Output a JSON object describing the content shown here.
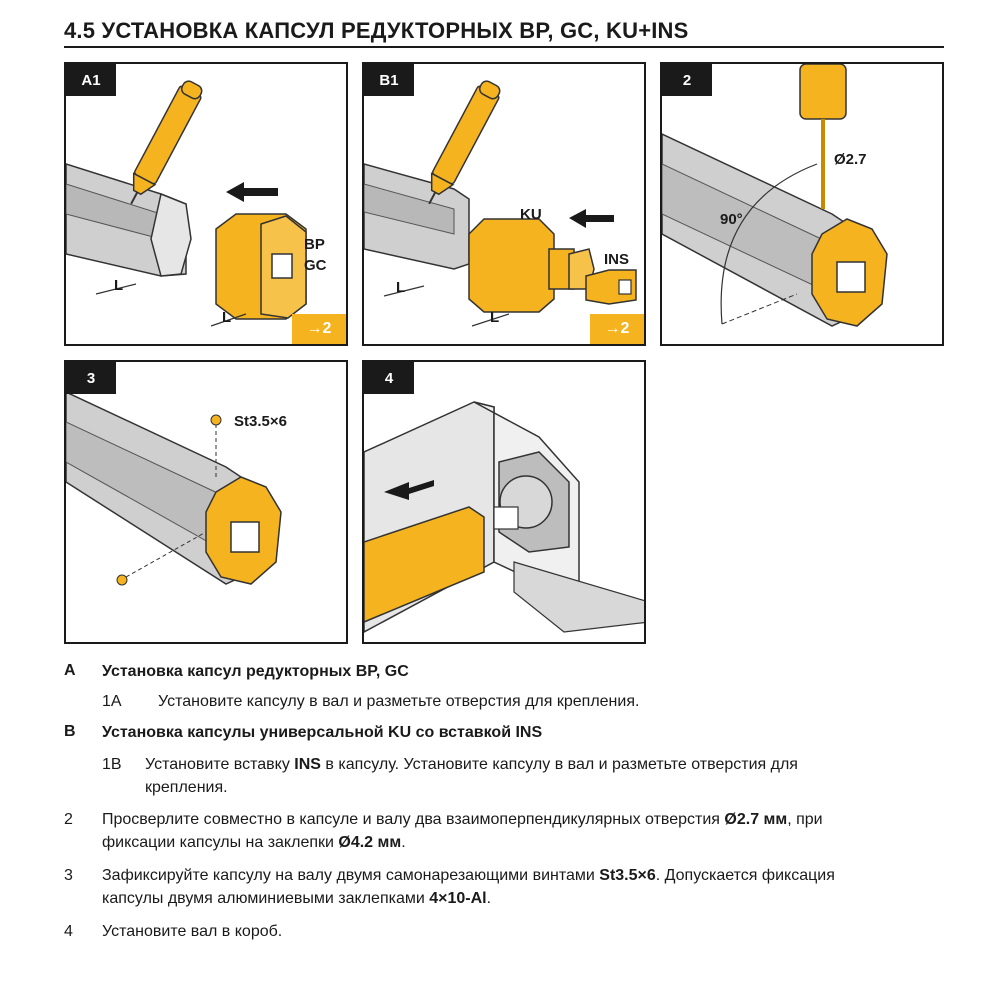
{
  "title": "4.5 УСТАНОВКА КАПСУЛ РЕДУКТОРНЫХ BP, GC, KU+INS",
  "panels": {
    "a1": {
      "tag": "A1",
      "bp": "BP",
      "gc": "GC",
      "l1": "L",
      "l2": "L",
      "next": "→2"
    },
    "b1": {
      "tag": "B1",
      "ku": "KU",
      "ins": "INS",
      "l1": "L",
      "l2": "L",
      "next": "→2"
    },
    "p2": {
      "tag": "2",
      "diameter": "Ø2.7",
      "angle": "90°"
    },
    "p3": {
      "tag": "3",
      "screw": "St3.5×6"
    },
    "p4": {
      "tag": "4"
    }
  },
  "steps": {
    "a": {
      "key": "A",
      "heading": "Установка капсул редукторных BP, GC"
    },
    "a1": {
      "key": "1A",
      "text": "Установите капсулу в вал и разметьте отверстия для крепления."
    },
    "b": {
      "key": "B",
      "heading": "Установка капсулы универсальной KU со вставкой INS"
    },
    "b1": {
      "key": "1B",
      "pre": "Установите вставку ",
      "bold": "INS",
      "post": " в капсулу. Установите капсулу в вал и разметьте отверстия для",
      "line2": "крепления."
    },
    "s2": {
      "key": "2",
      "pre": "Просверлите совместно в капсуле и валу два взаимоперпендикулярных отверстия ",
      "bold1": "Ø2.7 мм",
      "mid": ", при",
      "line2pre": "фиксации капсулы на заклепки ",
      "bold2": "Ø4.2 мм",
      "end": "."
    },
    "s3": {
      "key": "3",
      "pre": "Зафиксируйте капсулу на валу двумя самонарезающими винтами ",
      "bold1": "St3.5×6",
      "mid": ". Допускается фиксация",
      "line2pre": "капсулы двумя алюминиевыми заклепками ",
      "bold2": "4×10-Al",
      "end": "."
    },
    "s4": {
      "key": "4",
      "text": "Установите вал в короб."
    }
  },
  "colors": {
    "accent": "#f5b320",
    "accent_dark": "#c98a00",
    "shaft": "#c9c9c9",
    "shaft_dark": "#9a9a9a",
    "ink": "#1a1a1a"
  }
}
